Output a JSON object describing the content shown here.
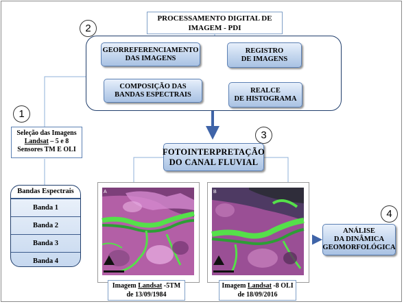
{
  "title": "PROCESSAMENTO DIGITAL DE IMAGEM - PDI",
  "title_line1": "PROCESSAMENTO DIGITAL DE",
  "title_line2": "IMAGEM - PDI",
  "step_numbers": [
    "1",
    "2",
    "3",
    "4"
  ],
  "pdi": {
    "georef_line1": "GEORREFERENCIAMENTO",
    "georef_line2": "DAS IMAGENS",
    "registro_line1": "REGISTRO",
    "registro_line2": "DE IMAGENS",
    "composicao_line1": "COMPOSIÇÃO DAS",
    "composicao_line2": "BANDAS ESPECTRAIS",
    "realce_line1": "REALCE",
    "realce_line2": "DE HISTOGRAMA"
  },
  "selection": {
    "line1": "Seleção das Imagens",
    "line2_word": "Landsat",
    "line2_rest": " – 5 e 8",
    "line3": "Sensores TM E OLI"
  },
  "bands": {
    "header": "Bandas Espectrais",
    "items": [
      "Banda 1",
      "Banda 2",
      "Banda 3",
      "Banda 4"
    ]
  },
  "fotointerpretacao_line1": "FOTOINTERPRETAÇÃO",
  "fotointerpretacao_line2": "DO CANAL FLUVIAL",
  "analise_line1": "ANÁLISE",
  "analise_line2": "DA DINÂMICA",
  "analise_line3": "GEOMORFOLÓGICA",
  "captions": [
    {
      "pre": "Imagem ",
      "word": "Landsat",
      "post": " -5TM",
      "line2": "de 13/09/1984"
    },
    {
      "pre": "Imagem ",
      "word": "Landsat",
      "post": " -8 OLI",
      "line2": "de 18/09/2016"
    }
  ],
  "map_labels": [
    "A",
    "B"
  ],
  "colors": {
    "button_border": "#5a7fb3",
    "arrow": "#4472c4",
    "connector": "#8fb2d8",
    "vegetation": "#4fd84a",
    "terrain": "#c25fae"
  }
}
